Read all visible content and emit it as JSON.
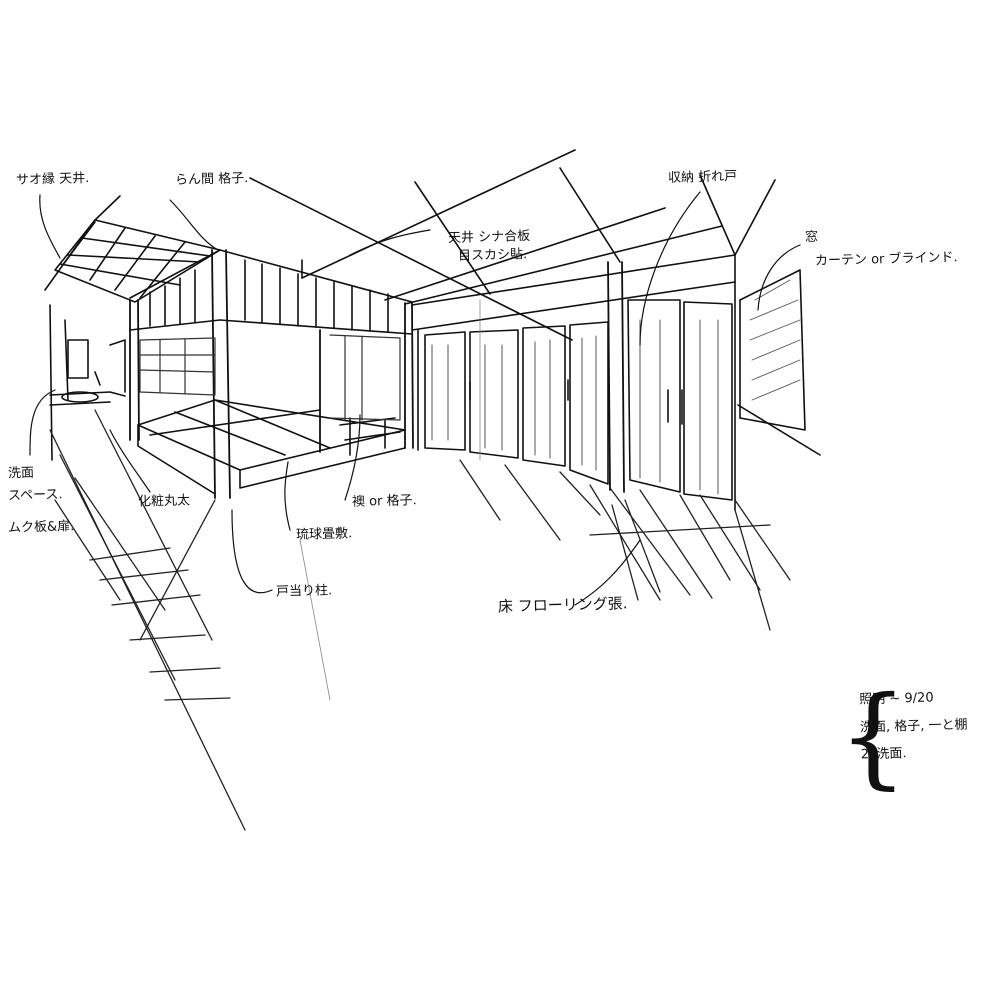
{
  "colors": {
    "ink": "#111111",
    "paper": "#ffffff",
    "hatch": "#555555"
  },
  "labels": {
    "saobuchi": "サオ縁 天井.",
    "ranma": "らん間 格子.",
    "ceiling_1": "天井 シナ合板",
    "ceiling_2": "目スカシ貼.",
    "storage": "収納 折れ戸",
    "window_1": "窓",
    "window_2": "カーテン or ブラインド.",
    "senmen_1": "洗面",
    "senmen_2": "スペース.",
    "senmen_3": "ムク板&扉.",
    "keshou": "化粧丸太",
    "fusuma": "襖 or 格子.",
    "ryukyu": "琉球畳敷.",
    "toatari": "戸当り柱.",
    "flooring": "床 フローリング張.",
    "note_1": "照明 ~  9/20",
    "note_2": "洗面, 格子, 一と棚",
    "note_3": "2F洗面."
  }
}
